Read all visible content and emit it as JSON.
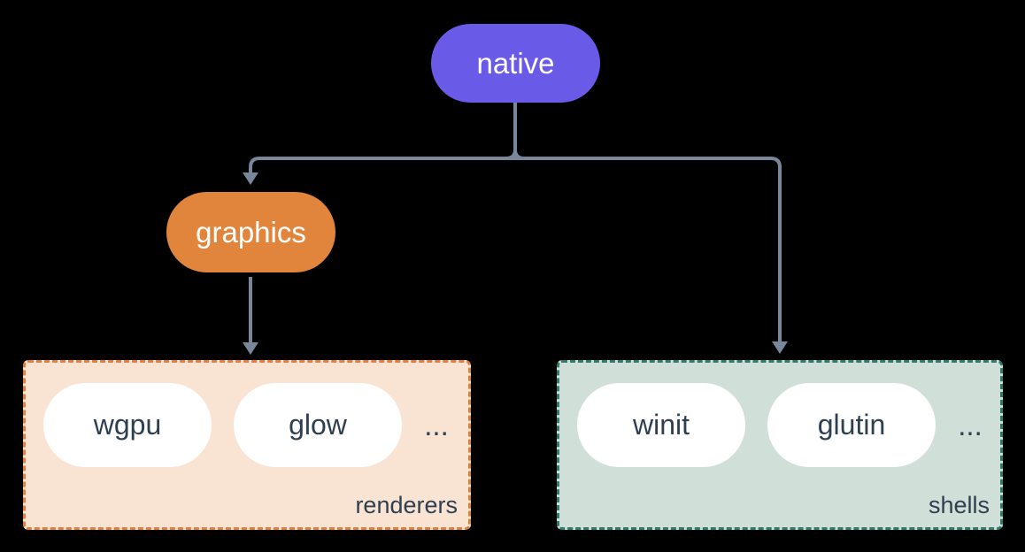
{
  "diagram": {
    "title": "native-architecture-diagram",
    "background_color": "#000000",
    "connector_color": "#78879B",
    "nodes": {
      "native": {
        "label": "native",
        "fill": "#6A5AE8",
        "text_color": "#FFFFFF"
      },
      "graphics": {
        "label": "graphics",
        "fill": "#E2853C",
        "text_color": "#FFFFFF"
      }
    },
    "groups": {
      "renderers": {
        "label": "renderers",
        "fill": "#F9E4D3",
        "border_color": "#E0803C",
        "items": [
          "wgpu",
          "glow"
        ],
        "ellipsis": "...",
        "item_text_color": "#2E3F50"
      },
      "shells": {
        "label": "shells",
        "fill": "#D0DFD8",
        "border_color": "#2B7C6C",
        "items": [
          "winit",
          "glutin"
        ],
        "ellipsis": "...",
        "item_text_color": "#2E3F50"
      }
    },
    "edges": [
      {
        "from": "native",
        "to": "graphics"
      },
      {
        "from": "native",
        "to": "shells"
      },
      {
        "from": "graphics",
        "to": "renderers"
      }
    ]
  }
}
